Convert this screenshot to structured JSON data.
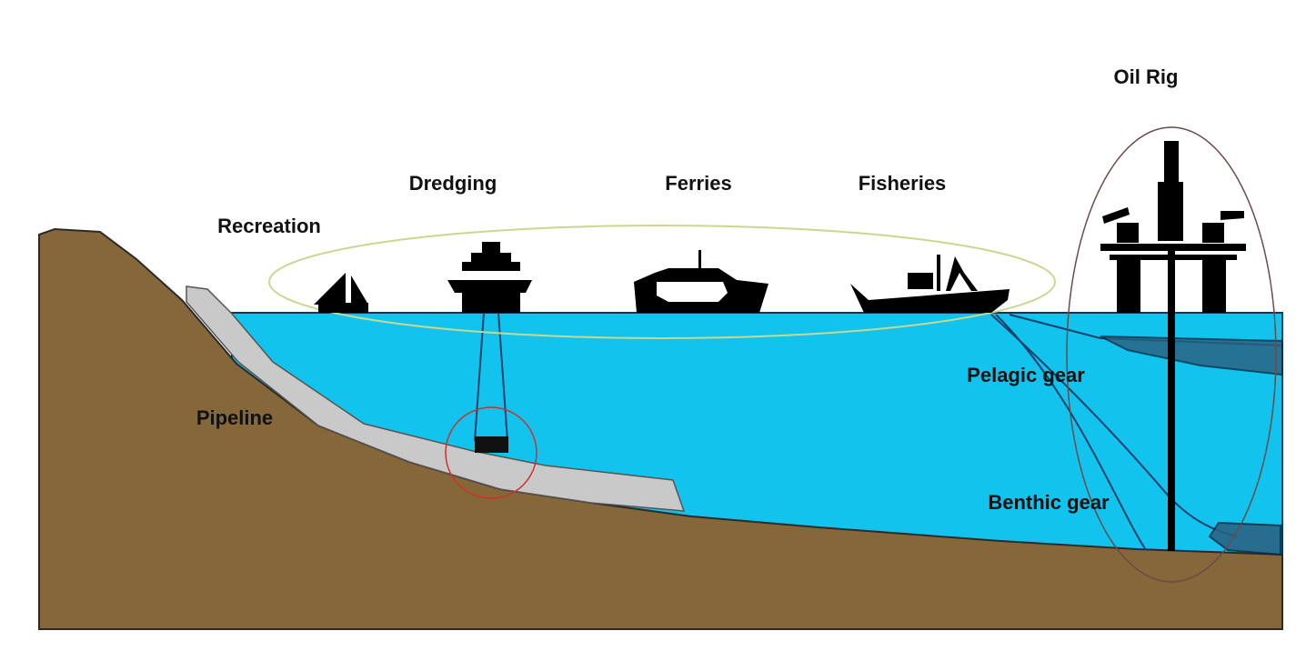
{
  "labels": {
    "oil_rig": "Oil Rig",
    "dredging": "Dredging",
    "ferries": "Ferries",
    "fisheries": "Fisheries",
    "recreation": "Recreation",
    "pipeline": "Pipeline",
    "pelagic_gear": "Pelagic gear",
    "benthic_gear": "Benthic gear"
  },
  "colors": {
    "water": "#12c3ee",
    "ground": "#86673a",
    "pipeline": "#c9c9c9",
    "silhouette": "#000000",
    "activity_ellipse": "#c8d890",
    "rig_ellipse": "#6b4a4a",
    "dredge_circle": "#d0302a"
  }
}
